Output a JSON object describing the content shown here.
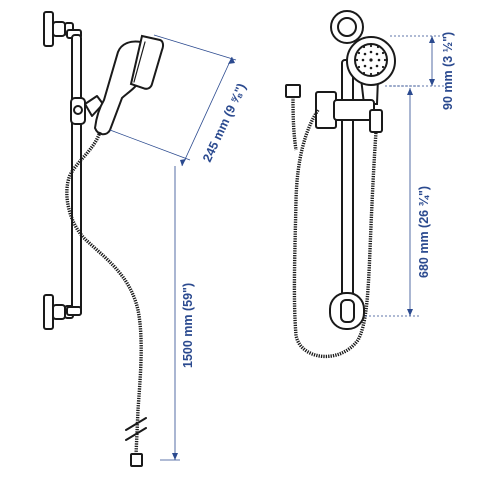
{
  "dimensions": {
    "head_length": "245 mm (9 ⅝\")",
    "hose_length": "1500 mm (59\")",
    "head_diameter": "90 mm (3 ½\")",
    "rail_length": "680 mm (26 ¾\")"
  },
  "colors": {
    "dimension": "#2b4a8f",
    "outline": "#1a1a1a",
    "background": "#ffffff"
  }
}
